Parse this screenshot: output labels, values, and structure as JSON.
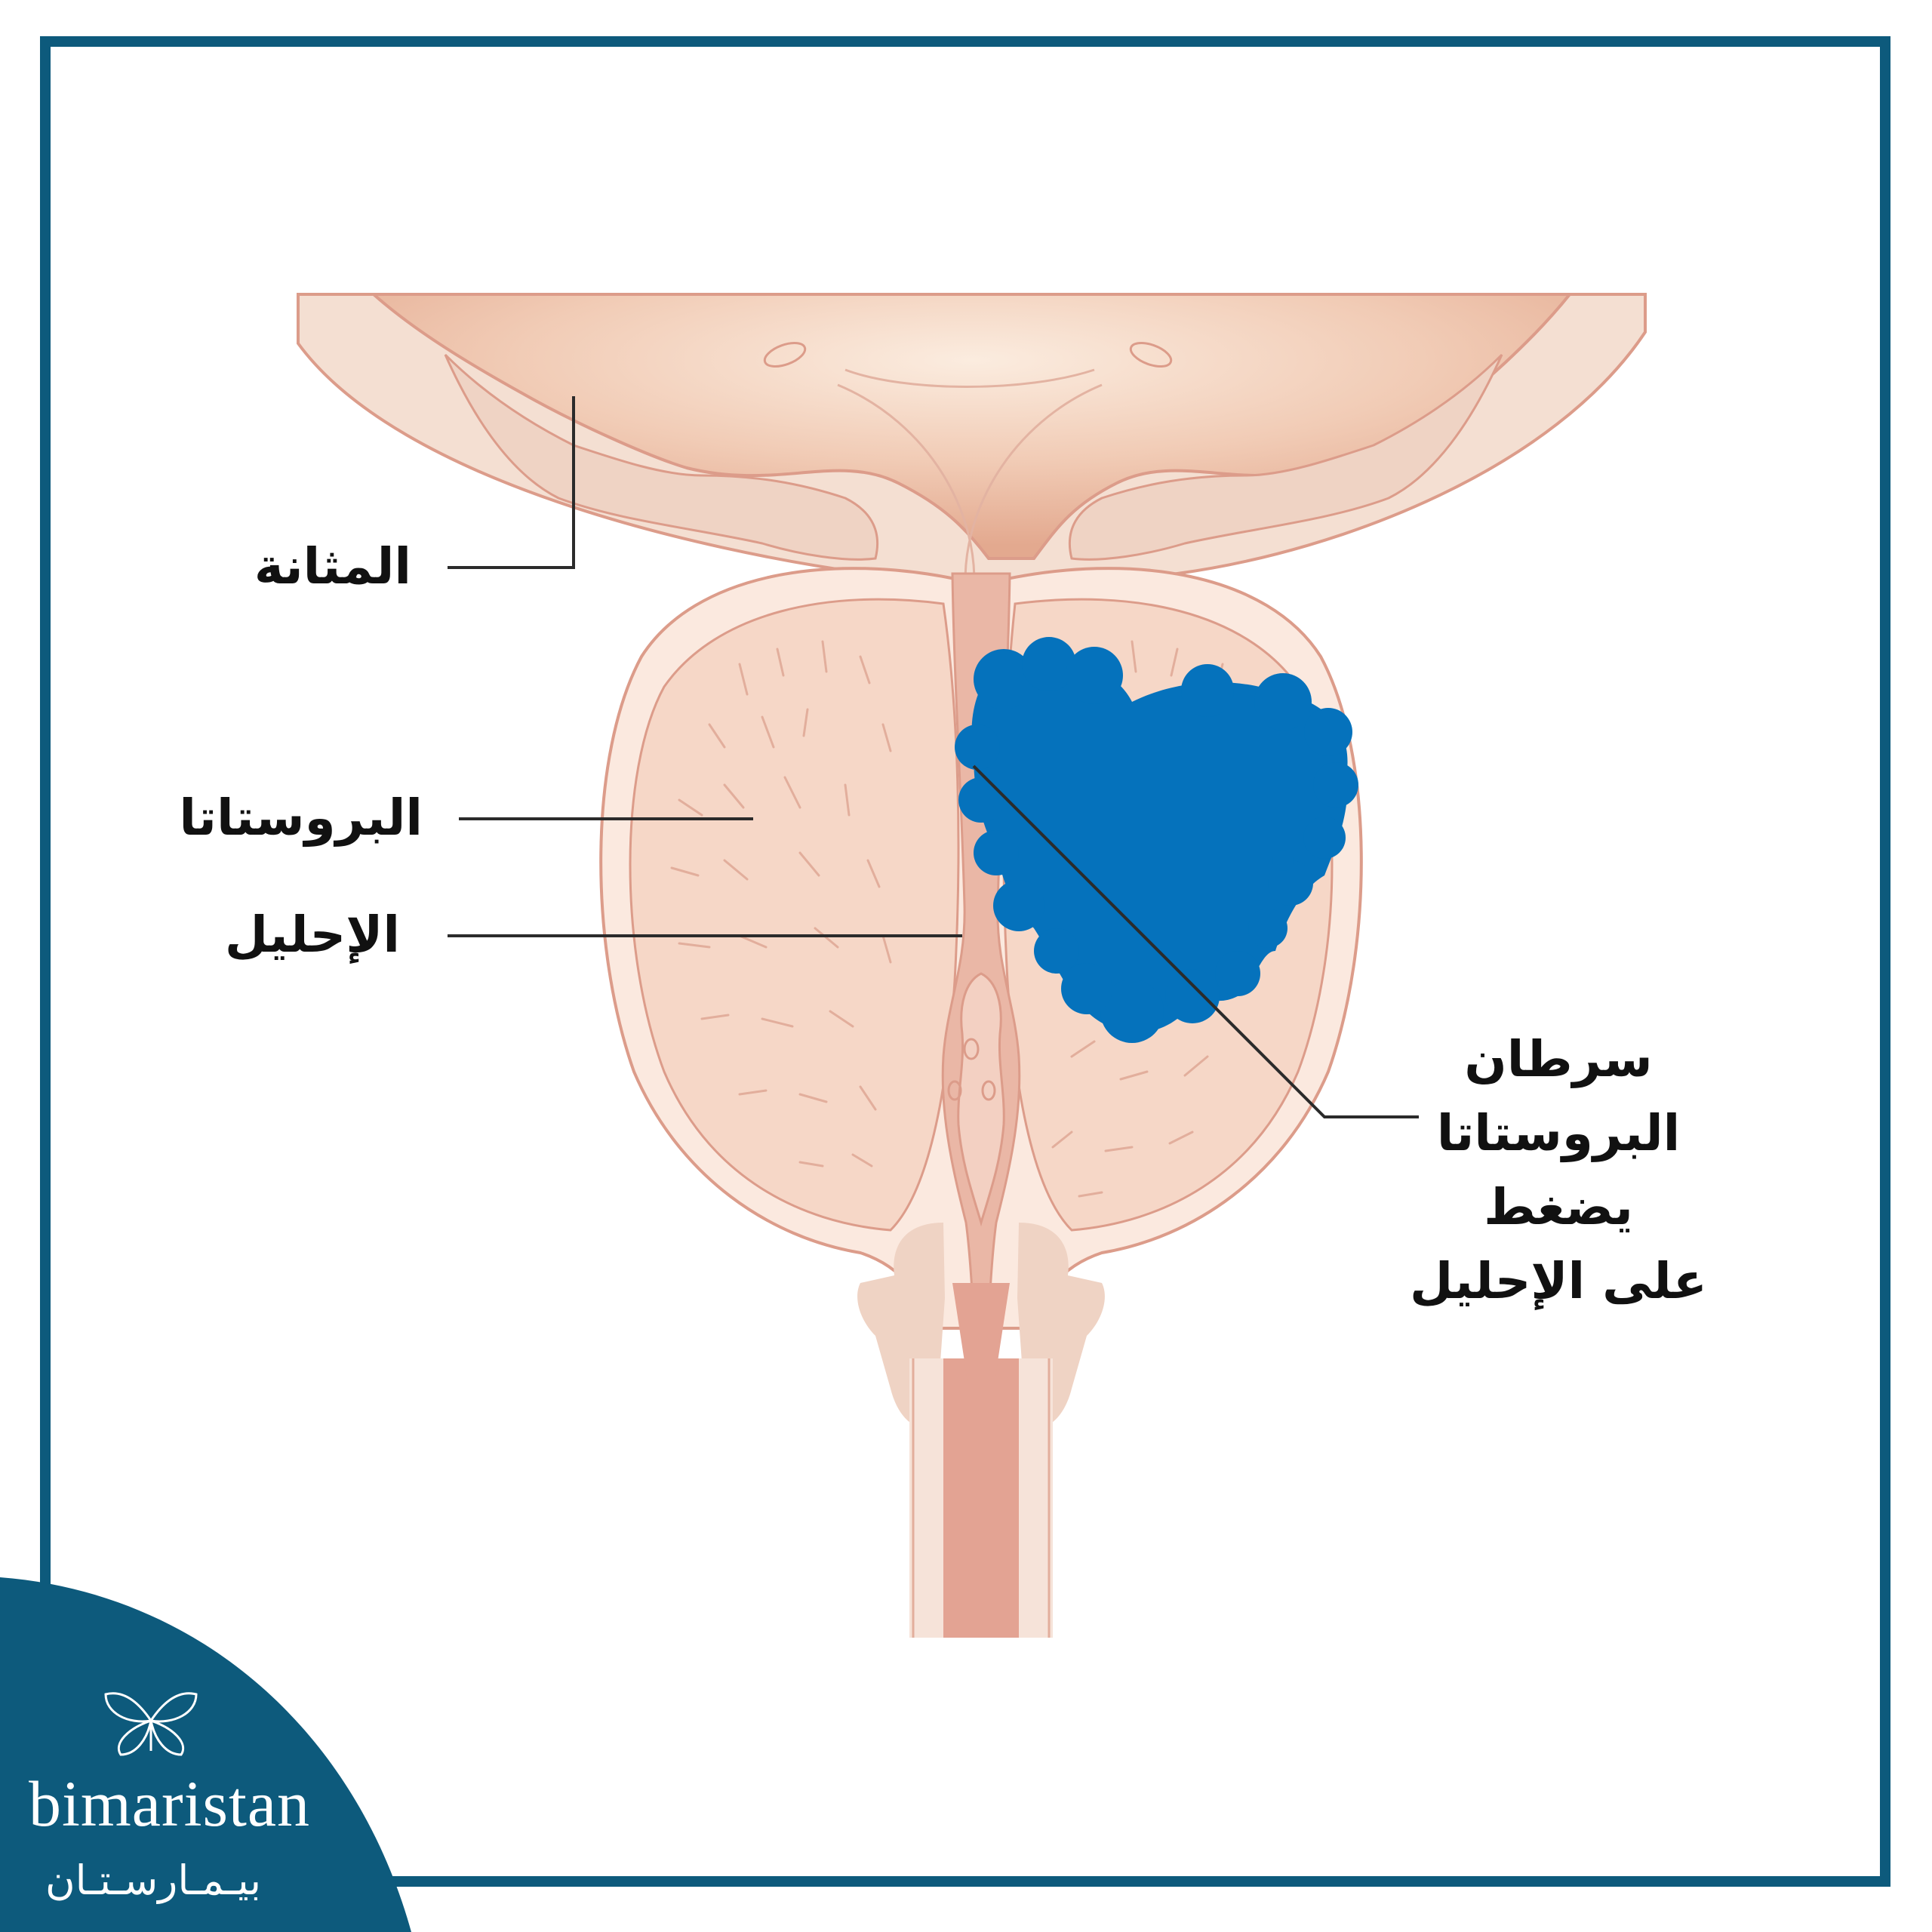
{
  "labels": {
    "bladder": "المثانة",
    "prostate": "البروستاتا",
    "urethra": "الإحليل",
    "cancer_lines": [
      "سرطان",
      "البروستاتا",
      "يضغط",
      "على الإحليل"
    ]
  },
  "brand": {
    "name_en": "bimaristan",
    "name_ar": "بيـمـارسـتـان"
  },
  "colors": {
    "frame": "#0d5a7c",
    "tumor": "#0572bc",
    "tissue_light": "#f6d7c7",
    "tissue_mid": "#eecab7",
    "outline": "#dc9c8a",
    "urethra_inner": "#e3a393"
  }
}
